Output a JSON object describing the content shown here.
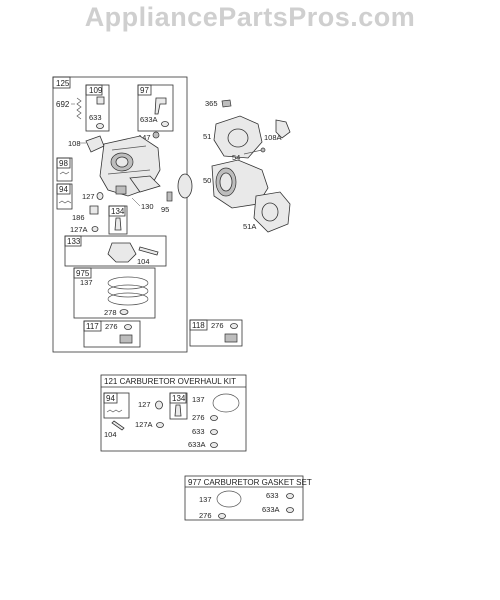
{
  "header": {
    "watermark": "AppliancePartsPros.com"
  },
  "main_assembly": {
    "id": "125",
    "labels": {
      "p692": "692",
      "p109": "109",
      "p633": "633",
      "p97": "97",
      "p633A": "633A",
      "p147": "147",
      "p108": "108",
      "p98": "98",
      "p94": "94",
      "p127": "127",
      "p186": "186",
      "p127A": "127A",
      "p134": "134",
      "p130": "130",
      "p95": "95",
      "p133": "133",
      "p104": "104",
      "p975": "975",
      "p137": "137",
      "p278": "278",
      "p117": "117",
      "p276": "276"
    }
  },
  "intake_parts": {
    "p365": "365",
    "p51": "51",
    "p108A": "108A",
    "p54": "54",
    "p50": "50",
    "p51A": "51A"
  },
  "box_118": {
    "id": "118",
    "p276": "276"
  },
  "overhaul_kit": {
    "title": "121 CARBURETOR OVERHAUL KIT",
    "labels": {
      "p94": "94",
      "p127": "127",
      "p134": "134",
      "p137": "137",
      "p276": "276",
      "p104": "104",
      "p127A": "127A",
      "p633": "633",
      "p633A": "633A"
    }
  },
  "gasket_set": {
    "title": "977 CARBURETOR GASKET SET",
    "labels": {
      "p137": "137",
      "p633": "633",
      "p276": "276",
      "p633A": "633A"
    }
  }
}
